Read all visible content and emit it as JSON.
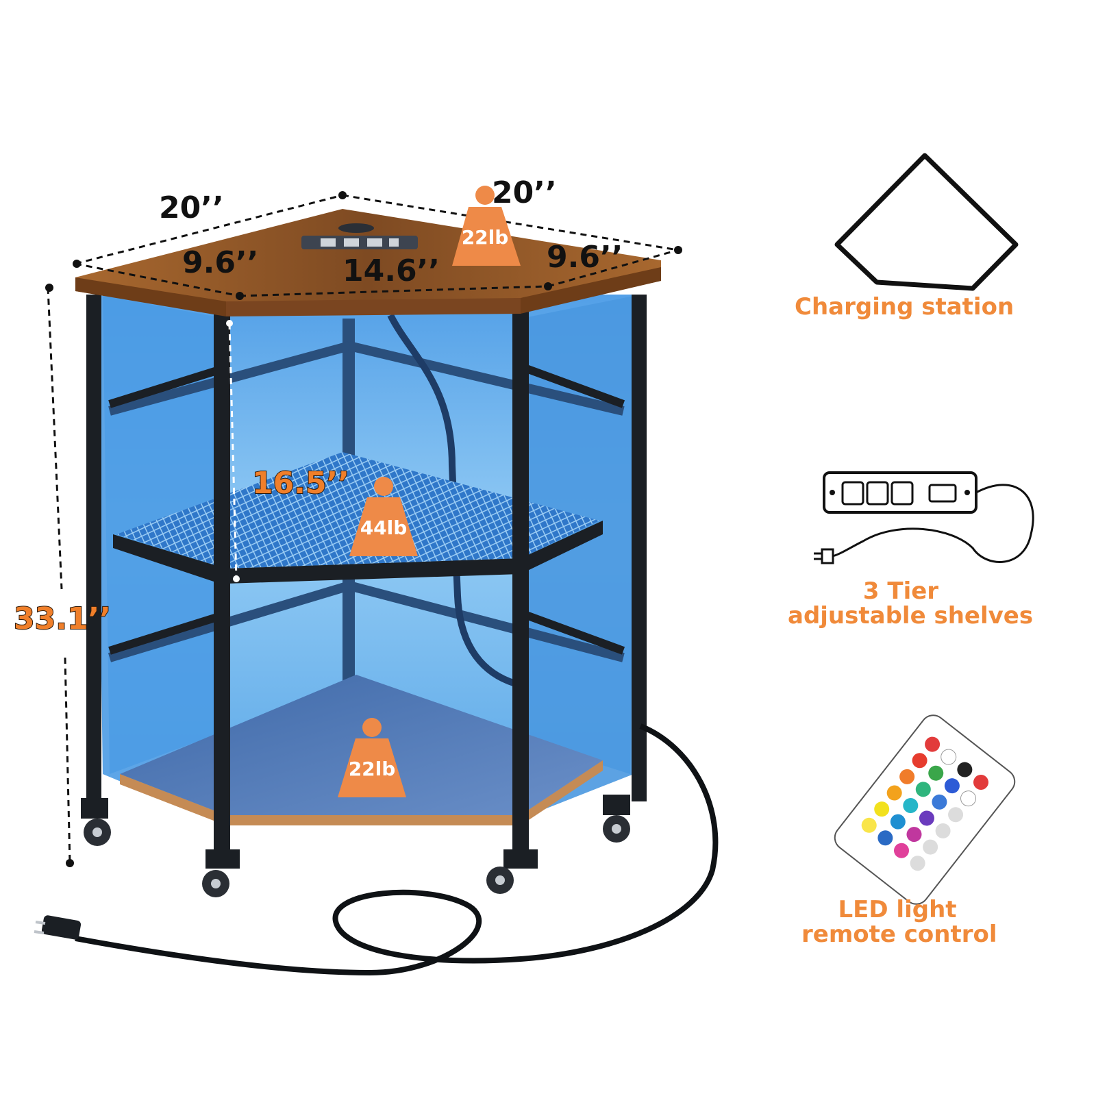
{
  "dimensions": {
    "top_left_width": "20’’",
    "top_right_width": "20’’",
    "left_edge": "9.6’’",
    "front_edge": "14.6’’",
    "right_edge": "9.6’’",
    "shelf_gap": "16.5’’",
    "height": "33.1’’"
  },
  "weights": {
    "top": "22lb",
    "middle": "44lb",
    "bottom": "22lb"
  },
  "features": {
    "charging_station": "Charging station",
    "tiers_line1": "3 Tier",
    "tiers_line2": "adjustable shelves",
    "led_line1": "LED light",
    "led_line2": "remote control"
  },
  "colors": {
    "accent_orange": "#f08a3a",
    "weight_badge": "#ee8a48",
    "wood": "#9a5a2a",
    "frame": "#1b1f24",
    "led_glow": "#5aa8e8"
  }
}
